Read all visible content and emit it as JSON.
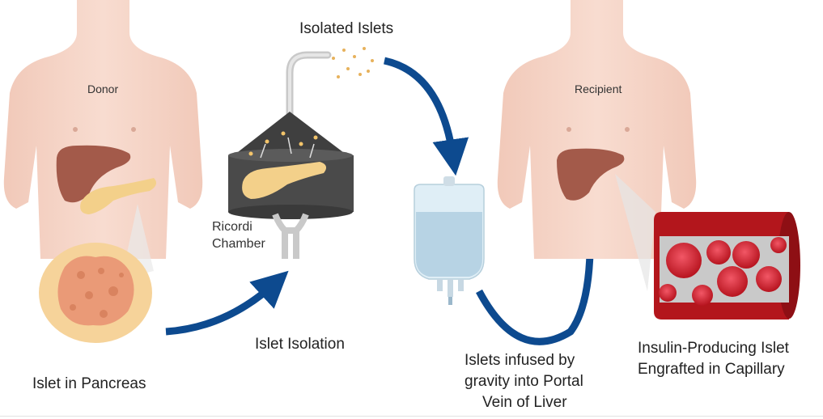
{
  "labels": {
    "donor": "Donor",
    "recipient": "Recipient",
    "isolated_islets": "Isolated Islets",
    "ricordi_chamber_line1": "Ricordi",
    "ricordi_chamber_line2": "Chamber",
    "islet_isolation": "Islet Isolation",
    "islet_in_pancreas": "Islet in Pancreas",
    "infused_line1": "Islets infused by",
    "infused_line2": "gravity into Portal",
    "infused_line3": "Vein of Liver",
    "engrafted_line1": "Insulin-Producing Islet",
    "engrafted_line2": "Engrafted in Capillary"
  },
  "colors": {
    "skin": "#f6d5c8",
    "liver": "#a35a4a",
    "pancreas": "#f3d08a",
    "arrow_blue": "#0d4a8f",
    "chamber_dark": "#4a4a4a",
    "iv_fluid": "#b7d3e4",
    "capillary_wall": "#b3161c",
    "islet_red": "#d62a35"
  },
  "icons": {
    "donor": "human-torso-icon",
    "recipient": "human-torso-icon",
    "chamber": "ricordi-chamber-icon",
    "iv_bag": "iv-bag-icon",
    "capillary": "capillary-cross-section-icon"
  }
}
